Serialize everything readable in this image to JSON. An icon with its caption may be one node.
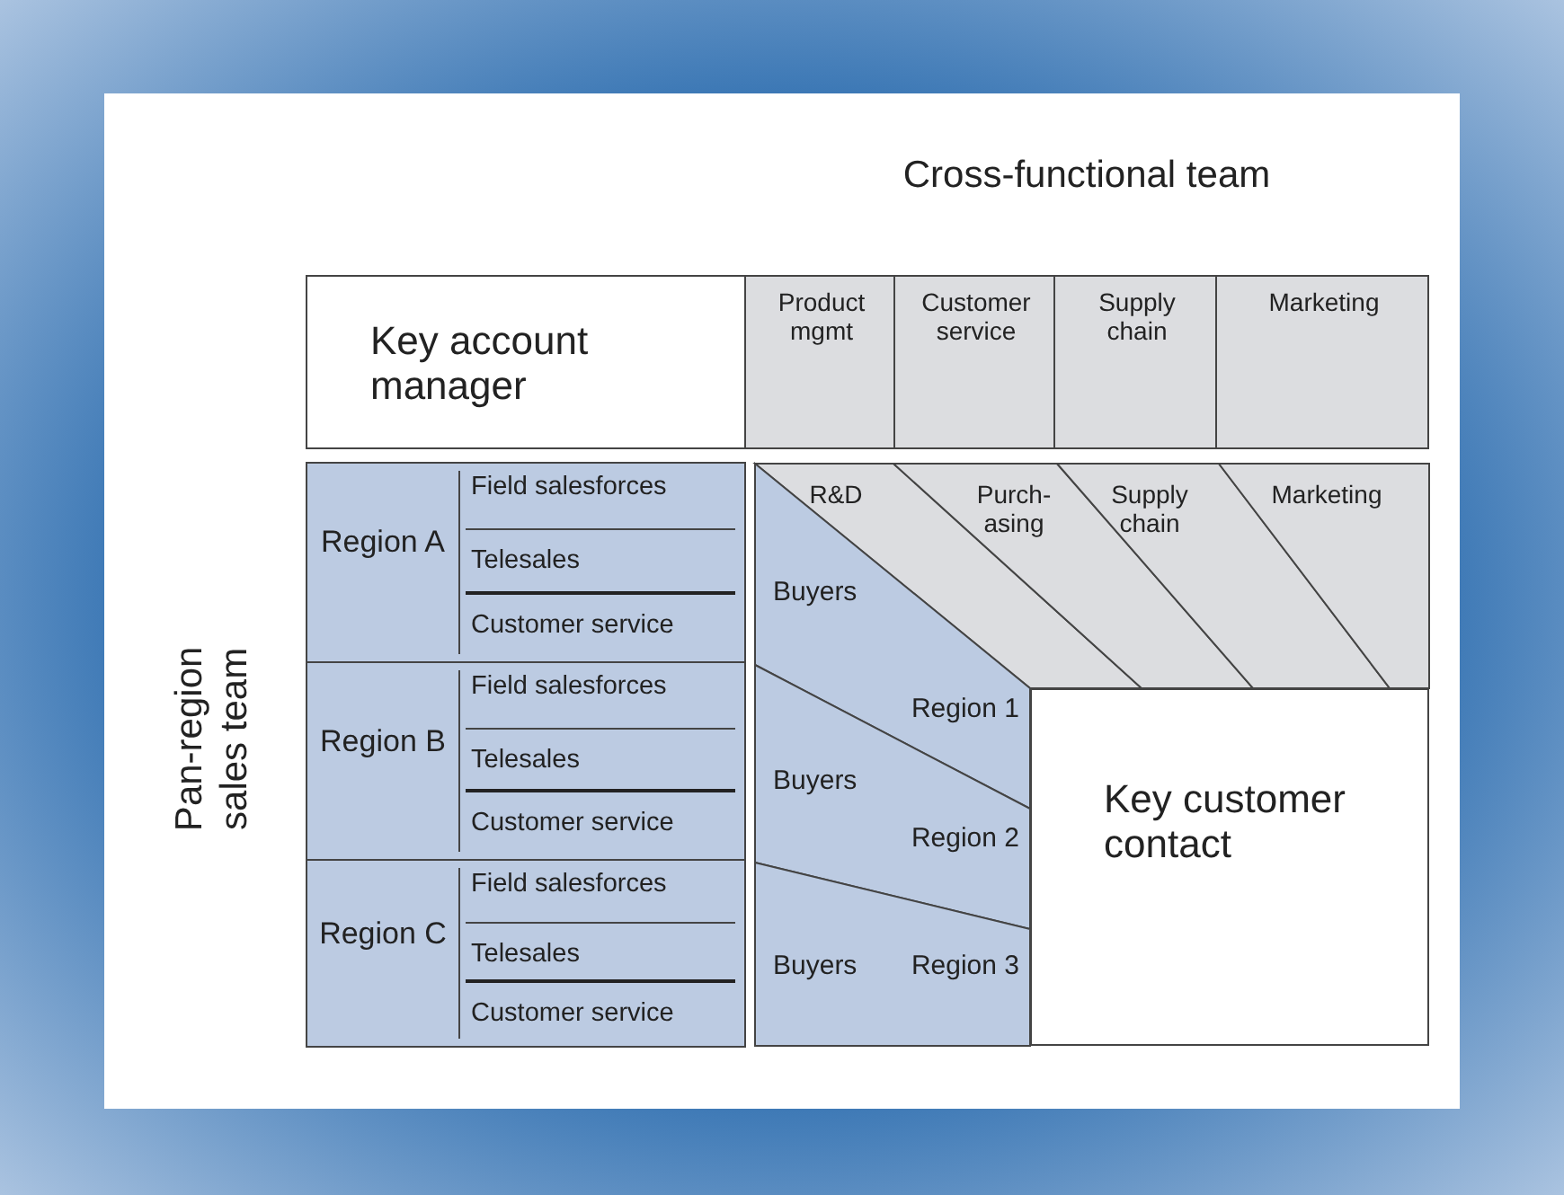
{
  "diagram": {
    "nodes": [
      {
        "text": [
          "Key account manager"
        ]
      },
      {
        "text": [
          "Product mgmt"
        ]
      },
      {
        "text": [
          "Customer service"
        ]
      },
      {
        "text": [
          "Supply chain"
        ]
      },
      {
        "text": [
          "Marketing"
        ]
      },
      {
        "text": [
          "Region A"
        ]
      },
      {
        "text": [
          "Field salesforces"
        ],
        "in": 5
      },
      {
        "text": [
          "Telesales"
        ],
        "in": 5
      },
      {
        "text": [
          "Customer service"
        ],
        "in": 5
      },
      {
        "text": [
          "Region B"
        ]
      },
      {
        "text": [
          "Field salesforces"
        ],
        "in": 9
      },
      {
        "text": [
          "Telesales"
        ],
        "in": 9
      },
      {
        "text": [
          "Customer service"
        ],
        "in": 9
      },
      {
        "text": [
          "Region C"
        ]
      },
      {
        "text": [
          "Field salesforces"
        ],
        "in": 13
      },
      {
        "text": [
          "Telesales"
        ],
        "in": 13
      },
      {
        "text": [
          "Customer service"
        ],
        "in": 13
      },
      {
        "text": [
          "R&D"
        ]
      },
      {
        "text": [
          "Purch-asing"
        ]
      },
      {
        "text": [
          "Supply chain"
        ]
      },
      {
        "text": [
          "Marketing"
        ]
      },
      {
        "text": [
          "Buyers",
          "Region 1"
        ]
      },
      {
        "text": [
          "Buyers",
          "Region 2"
        ]
      },
      {
        "text": [
          "Buyers",
          "Region 3"
        ]
      },
      {
        "text": [
          "Key customer contact"
        ]
      }
    ],
    "labels": [
      "Cross-functional team",
      "Pan-region sales team"
    ]
  }
}
